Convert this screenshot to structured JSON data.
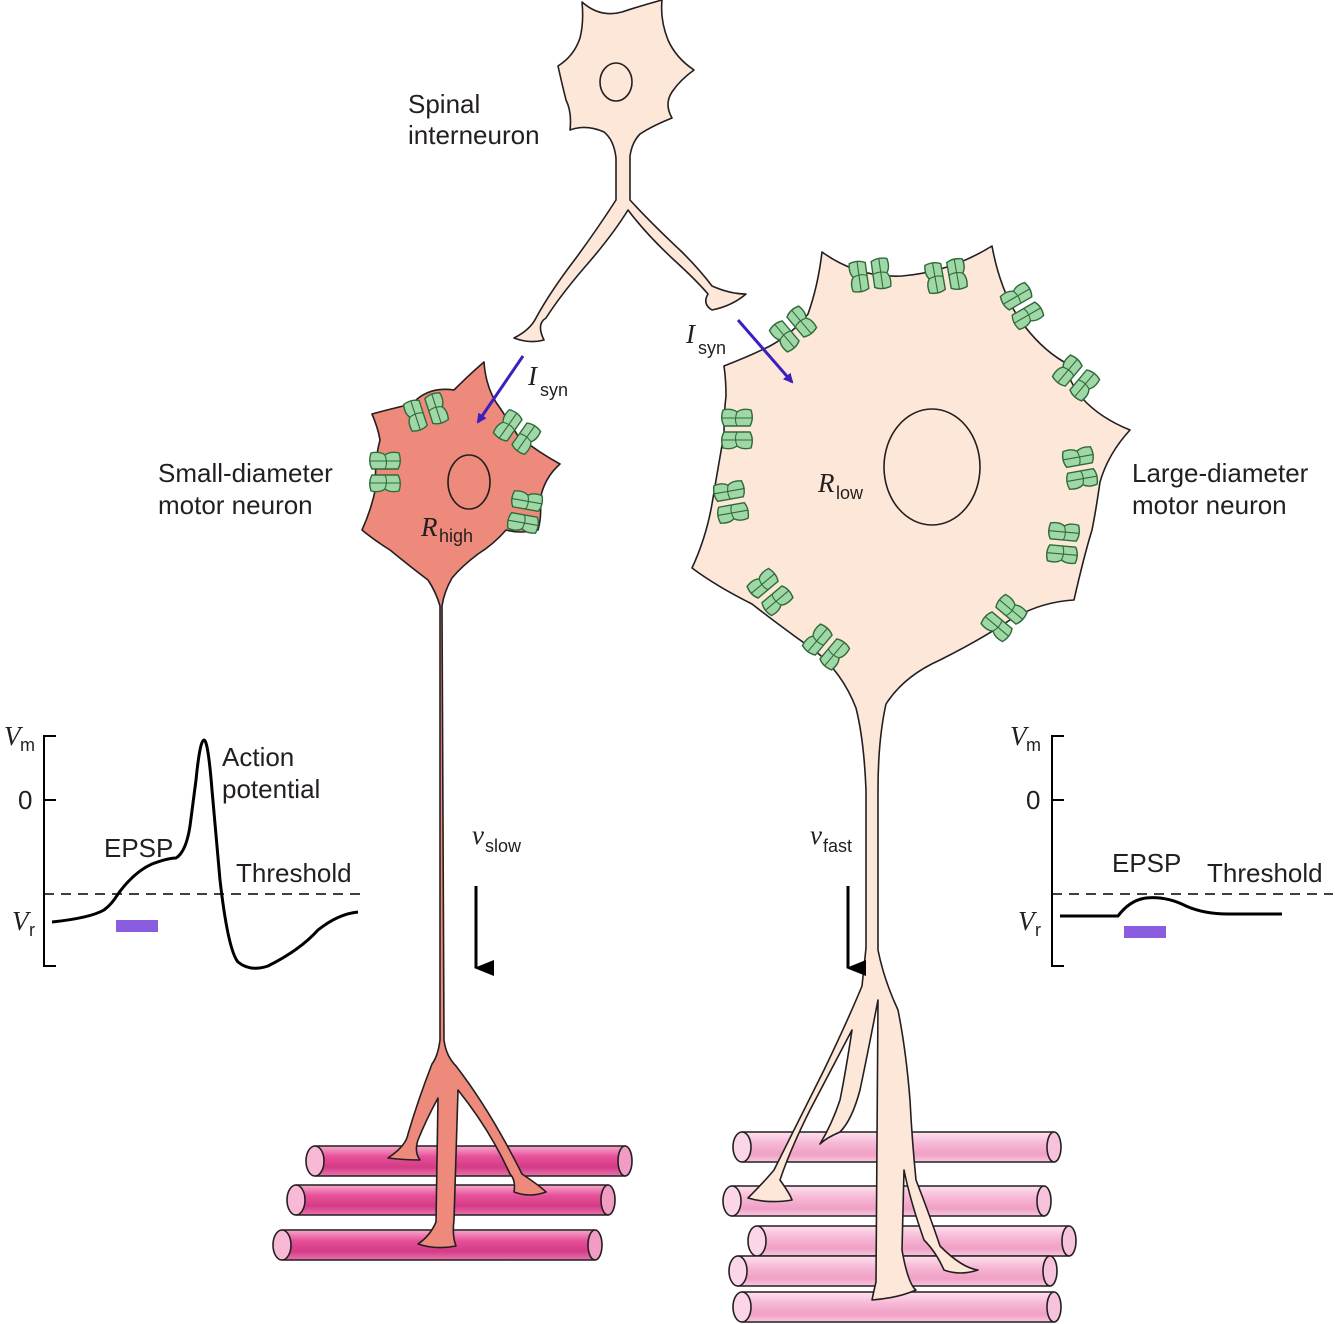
{
  "labels": {
    "interneuron": [
      "Spinal",
      "interneuron"
    ],
    "small_neuron": [
      "Small-diameter",
      "motor neuron"
    ],
    "large_neuron": [
      "Large-diameter",
      "motor neuron"
    ],
    "isyn_main": "I",
    "isyn_sub": "syn",
    "r_main": "R",
    "r_high_sub": "high",
    "r_low_sub": "low",
    "v_main": "v",
    "v_slow_sub": "slow",
    "v_fast_sub": "fast"
  },
  "left_graph": {
    "vm_main": "V",
    "vm_sub": "m",
    "zero": "0",
    "vr_main": "V",
    "vr_sub": "r",
    "epsp": "EPSP",
    "threshold": "Threshold",
    "action_potential": [
      "Action",
      "potential"
    ]
  },
  "right_graph": {
    "vm_main": "V",
    "vm_sub": "m",
    "zero": "0",
    "vr_main": "V",
    "vr_sub": "r",
    "epsp": "EPSP",
    "threshold": "Threshold"
  },
  "colors": {
    "small_neuron_fill": "#ee8a7c",
    "large_neuron_fill": "#fde7d8",
    "interneuron_fill": "#fde7d8",
    "channel_fill": "#9fd8a6",
    "arrow_current": "#3b1fbf",
    "stimulus_bar": "#8a5ce0",
    "muscle_small": "#ea5ea0",
    "muscle_large": "#f6b3d3"
  },
  "icons": [
    "ion-channel-icon",
    "stimulus-bar",
    "current-arrow",
    "conduction-arrow"
  ]
}
